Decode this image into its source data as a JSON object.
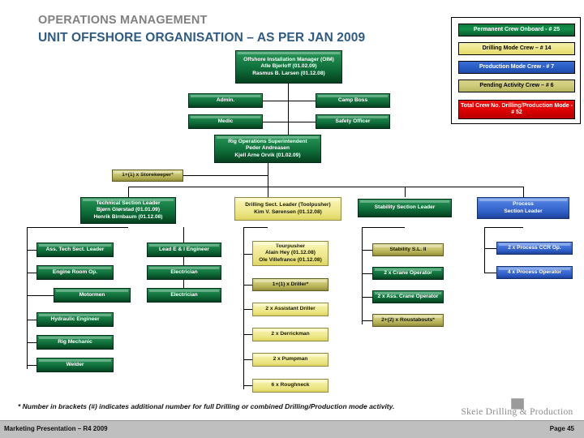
{
  "slide": {
    "title_sub": "OPERATIONS MANAGEMENT",
    "title_main": "UNIT OFFSHORE ORGANISATION – AS PER JAN 2009"
  },
  "legend": {
    "items": [
      {
        "label": "Permanent Crew Onboard - # 25",
        "color": "#0d6b38",
        "style": "green"
      },
      {
        "label": "Drilling Mode Crew – # 14",
        "color": "#ece584",
        "style": "yellow"
      },
      {
        "label": "Production Mode Crew - # 7",
        "color": "#2f5ec6",
        "style": "blue"
      },
      {
        "label": "Pending Activity Crew – # 6",
        "color": "#b0ac50",
        "style": "olive"
      },
      {
        "label": "Total Crew No.  Drilling/Production Mode - # 52",
        "color": "#e30000",
        "style": "red"
      }
    ]
  },
  "chart": {
    "oim": "Offshore Installation Manager (OIM)\nAtle Bjerloff (01.02.09)\nRasmus B. Larsen (01.12.08)",
    "admin": "Admin.",
    "camp_boss": "Camp Boss",
    "medic": "Medic",
    "safety_officer": "Safety Officer",
    "rig_ops": "Rig Operations Superintendent\nPeder Andreasen\nKjell Arne Orvik (01.02.09)",
    "storekeeper": "1+(1) x Storekeeper*",
    "tech_leader": "Technical Section Leader\nBjørn Glørstad (01.01.09)\nHenrik Birnbaum (01.12.08)",
    "drill_leader": "Drilling Sect. Leader (Toolpusher)\nKim V. Sørensen (01.12.08)",
    "stability_leader": "Stability Section Leader",
    "process_leader": "Process\nSection Leader",
    "tech_col_a": [
      "Ass. Tech Sect. Leader",
      "Engine Room Op.",
      "Motormen",
      "Hydraulic Engineer",
      "Rig Mechanic",
      "Welder"
    ],
    "tech_col_b": [
      "Lead E & I Engineer",
      "Electrician",
      "Electrician"
    ],
    "drill_col": [
      "Tourpusher\nAlain Hey (01.12.08)\nOle Villefrance (01.12.08)",
      "1+(1) x Driller*",
      "2 x Assistant Driller",
      "2 x Derrickman",
      "2 x Pumpman",
      "6 x Roughneck"
    ],
    "stability_col": [
      "Stability S.L. II",
      "2 x Crane Operator",
      "2 x Ass. Crane Operator",
      "2+(2) x Roustabouts*"
    ],
    "process_col": [
      "2 x Process CCR Op.",
      "4 x Process Operator"
    ]
  },
  "footer": {
    "footnote": "* Number in brackets (#) indicates additional number for full Drilling or combined Drilling/Production mode activity.",
    "logo_text": "Skeie Drilling & Production",
    "left": "Marketing Presentation – R4 2009",
    "right": "Page 45"
  }
}
